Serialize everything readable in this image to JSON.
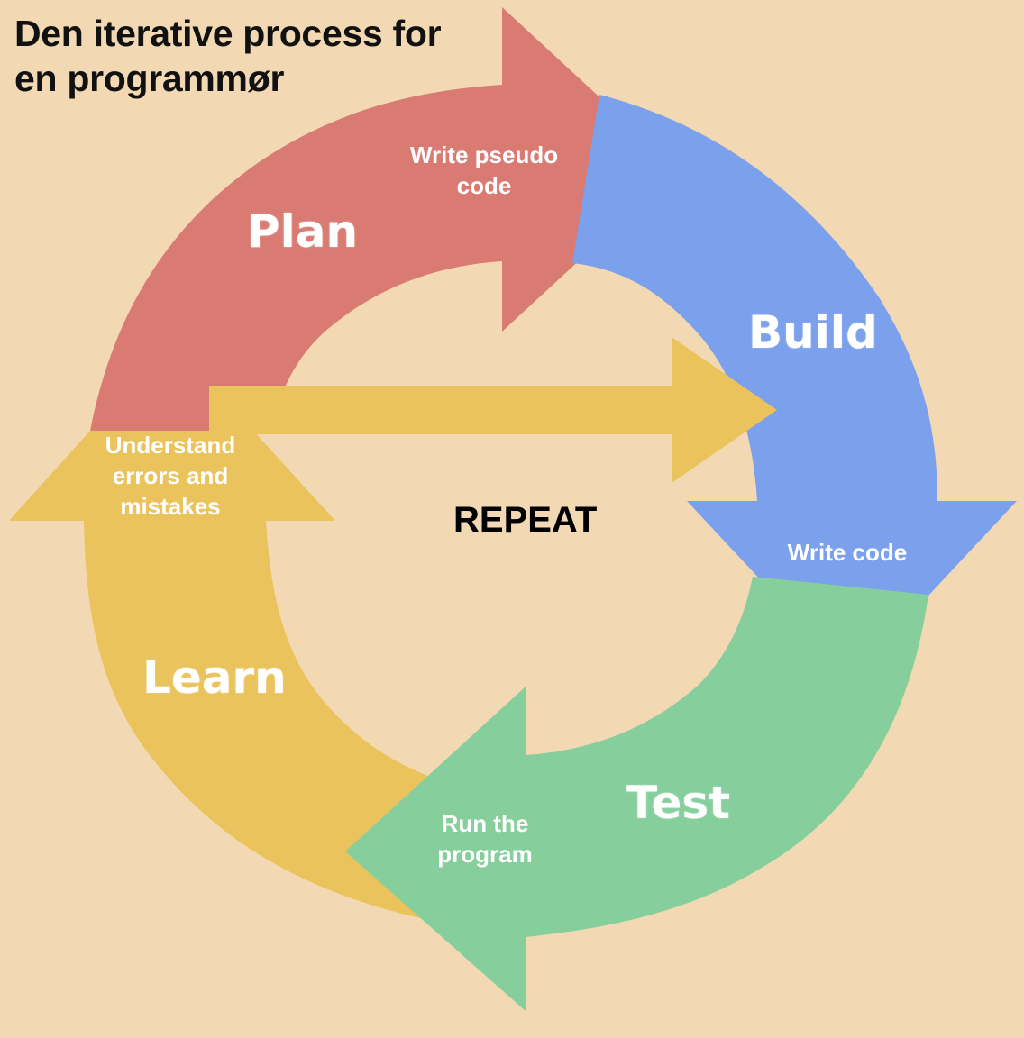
{
  "title": "Den iterative process for en programmør",
  "center_label": "REPEAT",
  "colors": {
    "background": "#f2d9b4",
    "plan": "#d97b73",
    "build": "#7ba0ec",
    "test": "#86cf9d",
    "learn": "#eac35c"
  },
  "stages": [
    {
      "label": "Plan",
      "action": "Write pseudo code"
    },
    {
      "label": "Build",
      "action": "Write code"
    },
    {
      "label": "Test",
      "action": "Run the program"
    },
    {
      "label": "Learn",
      "action": "Understand errors and mistakes"
    }
  ]
}
